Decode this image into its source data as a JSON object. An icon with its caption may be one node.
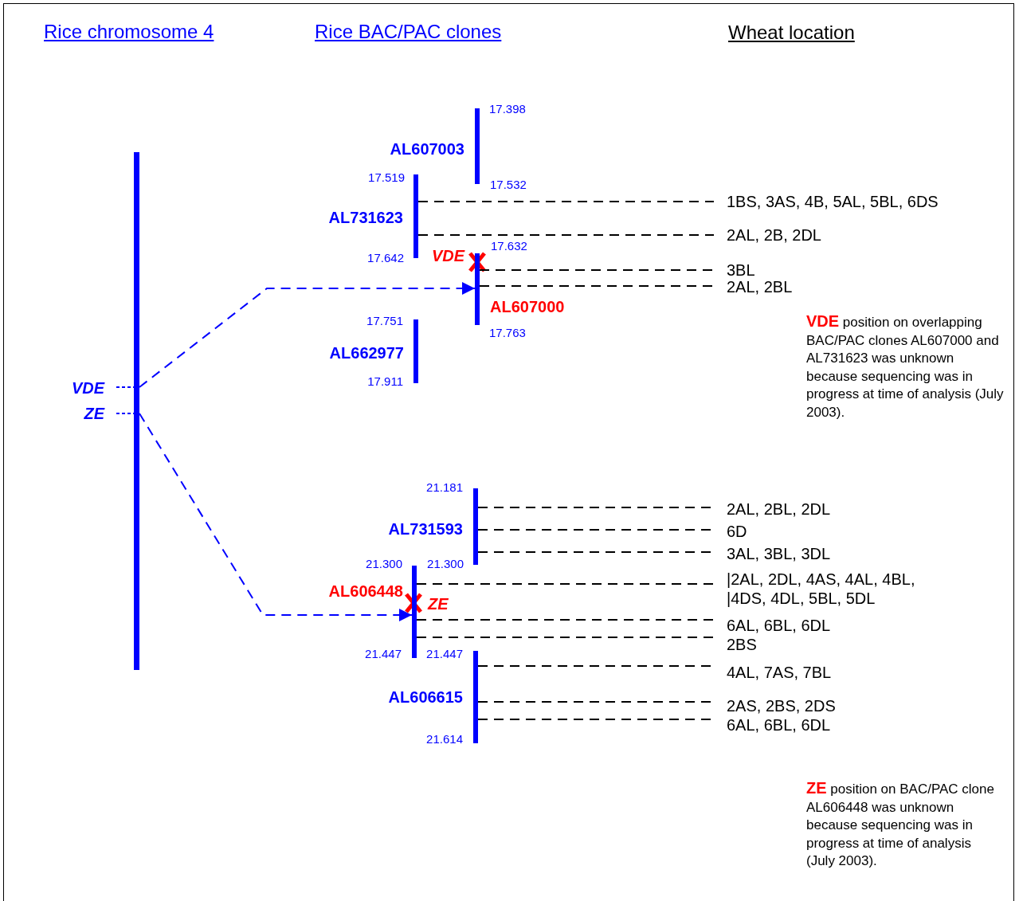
{
  "diagram": {
    "nodes": [
      {
        "text": [],
        "shape": "bar"
      },
      {
        "text": [
          "VDE"
        ]
      },
      {
        "text": [
          "ZE"
        ]
      },
      {
        "text": [],
        "shape": "bar",
        "beside": [
          "AL607003",
          "17.398",
          "17.532"
        ]
      },
      {
        "text": [],
        "shape": "bar",
        "beside": [
          "AL731623",
          "17.519",
          "17.642"
        ]
      },
      {
        "text": [],
        "shape": "bar",
        "beside": [
          "AL607000",
          "17.632",
          "17.763"
        ]
      },
      {
        "text": [],
        "shape": "bar",
        "beside": [
          "AL662977",
          "17.751",
          "17.911"
        ]
      },
      {
        "text": [],
        "shape": "bar",
        "beside": [
          "AL731593",
          "21.181",
          "21.300"
        ]
      },
      {
        "text": [],
        "shape": "bar",
        "beside": [
          "AL606448",
          "21.300",
          "21.447"
        ]
      },
      {
        "text": [],
        "shape": "bar",
        "beside": [
          "AL606615",
          "21.447",
          "21.614"
        ]
      },
      {
        "text": [
          "1BS, 3AS, 4B, 5AL, 5BL, 6DS"
        ]
      },
      {
        "text": [
          "2AL, 2B, 2DL"
        ]
      },
      {
        "text": [
          "3BL"
        ]
      },
      {
        "text": [
          "2AL, 2BL"
        ]
      },
      {
        "text": [
          "2AL, 2BL, 2DL"
        ]
      },
      {
        "text": [
          "6D"
        ]
      },
      {
        "text": [
          "3AL, 3BL, 3DL"
        ]
      },
      {
        "text": [
          "|2AL, 2DL, 4AS, 4AL, 4BL, |4DS, 4DL, 5BL, 5DL"
        ]
      },
      {
        "text": [
          "6AL, 6BL, 6DL"
        ]
      },
      {
        "text": [
          "2BS"
        ]
      },
      {
        "text": [
          "4AL, 7AS, 7BL"
        ]
      },
      {
        "text": [
          "2AS, 2BS, 2DS"
        ]
      },
      {
        "text": [
          "6AL, 6BL, 6DL"
        ]
      }
    ],
    "edges": [
      {
        "from": 1,
        "to": 0,
        "arrow": "none",
        "style": "dashed",
        "color": "#0000ff"
      },
      {
        "from": 2,
        "to": 0,
        "arrow": "none",
        "style": "dashed",
        "color": "#0000ff"
      },
      {
        "from": 0,
        "to": 5,
        "arrow": "to",
        "style": "dashed",
        "color": "#0000ff"
      },
      {
        "from": 0,
        "to": 8,
        "arrow": "to",
        "style": "dashed",
        "color": "#0000ff"
      },
      {
        "from": 4,
        "to": 10,
        "arrow": "none",
        "style": "dashed"
      },
      {
        "from": 4,
        "to": 11,
        "arrow": "none",
        "style": "dashed"
      },
      {
        "from": 5,
        "to": 12,
        "arrow": "none",
        "style": "dashed"
      },
      {
        "from": 5,
        "to": 13,
        "arrow": "none",
        "style": "dashed"
      },
      {
        "from": 7,
        "to": 14,
        "arrow": "none",
        "style": "dashed"
      },
      {
        "from": 7,
        "to": 15,
        "arrow": "none",
        "style": "dashed"
      },
      {
        "from": 7,
        "to": 16,
        "arrow": "none",
        "style": "dashed"
      },
      {
        "from": 8,
        "to": 17,
        "arrow": "none",
        "style": "dashed"
      },
      {
        "from": 8,
        "to": 18,
        "arrow": "none",
        "style": "dashed"
      },
      {
        "from": 8,
        "to": 19,
        "arrow": "none",
        "style": "dashed"
      },
      {
        "from": 9,
        "to": 20,
        "arrow": "none",
        "style": "dashed"
      },
      {
        "from": 9,
        "to": 21,
        "arrow": "none",
        "style": "dashed"
      },
      {
        "from": 9,
        "to": 22,
        "arrow": "none",
        "style": "dashed"
      }
    ],
    "labels": [
      "Rice chromosome 4",
      "Rice BAC/PAC clones",
      "Wheat location",
      "VDE",
      "**VDE** position on overlapping BAC/PAC clones AL607000 and AL731623 was unknown because sequencing was in progress at time of analysis (July 2003).",
      "ZE",
      "**ZE** position on BAC/PAC clone AL606448 was unknown because sequencing was in progress at time of analysis (July 2003)."
    ]
  }
}
